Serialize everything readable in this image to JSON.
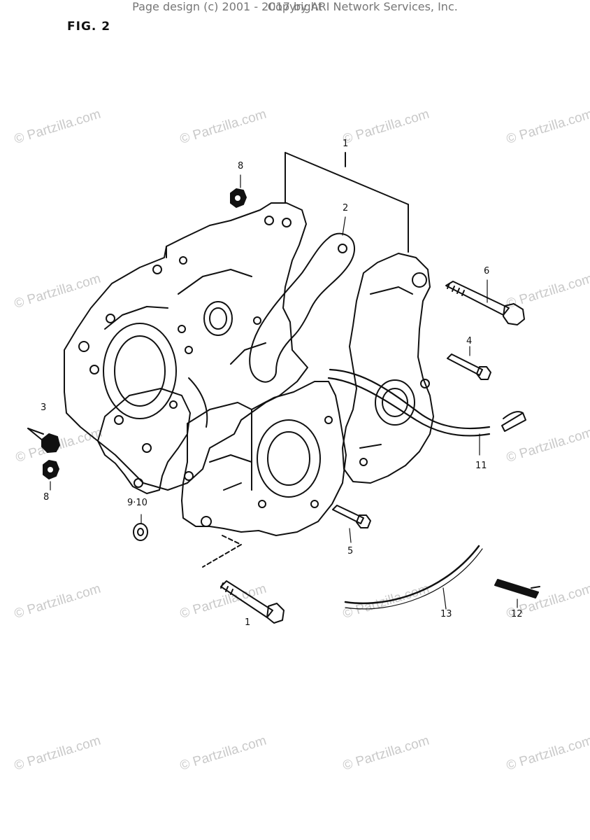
{
  "figure": {
    "title": "FIG. 2"
  },
  "callouts": {
    "c1_top": "1",
    "c2": "2",
    "c3": "3",
    "c4": "4",
    "c5": "5",
    "c6": "6",
    "c8_top": "8",
    "c8_bottom": "8",
    "c9_10": "9·10",
    "c11": "11",
    "c12": "12",
    "c13": "13",
    "c1_bottom": "1"
  },
  "watermark": {
    "text": "© Partzilla.com"
  },
  "footer": {
    "line1": "Copyright",
    "line2": "Page design (c) 2001 - 2017 by ARI Network Services, Inc."
  },
  "colors": {
    "ink": "#111111",
    "watermark": "#c9c9c9",
    "background": "#ffffff"
  }
}
